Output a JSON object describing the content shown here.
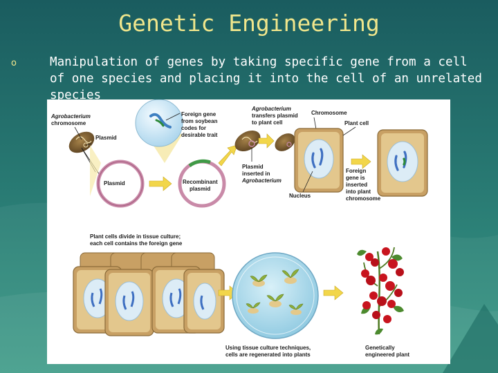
{
  "slide": {
    "title": "Genetic Engineering",
    "bullet_icon": "hollow-circle-bullet-icon",
    "description": "Manipulation of genes by taking specific  gene from a cell of one species and placing it into the cell of an unrelated species"
  },
  "diagram": {
    "labels": {
      "agrobacterium_chromosome": [
        "Agrobacterium",
        "chromosome"
      ],
      "plasmid_top": "Plasmid",
      "plasmid_ring": "Plasmid",
      "foreign_gene": [
        "Foreign gene",
        "from soybean",
        "codes for",
        "desirable trait"
      ],
      "recombinant_plasmid": [
        "Recombinant",
        "plasmid"
      ],
      "plasmid_inserted": [
        "Plasmid",
        "inserted in",
        "Agrobacterium"
      ],
      "agro_transfers": [
        "Agrobacterium",
        "transfers plasmid",
        "to plant cell"
      ],
      "chromosome": "Chromosome",
      "nucleus": "Nucleus",
      "plant_cell": "Plant cell",
      "foreign_gene_inserted": [
        "Foreign",
        "gene is",
        "inserted",
        "into plant",
        "chromosome"
      ],
      "cells_divide": [
        "Plant cells divide in tissue culture;",
        "each cell contains the foreign gene"
      ],
      "tissue_culture": [
        "Using tissue culture techniques,",
        "cells are regenerated into plants"
      ],
      "engineered_plant": [
        "Genetically",
        "engineered plant"
      ]
    }
  }
}
